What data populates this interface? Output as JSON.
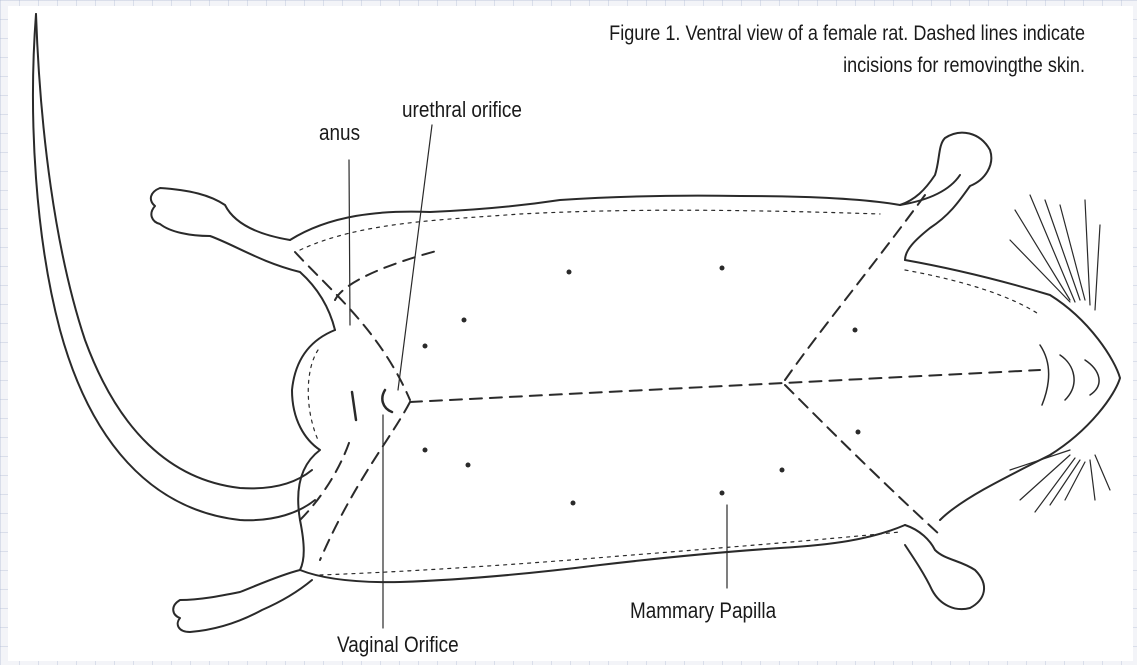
{
  "figure": {
    "caption_line1": "Figure 1. Ventral view of a female rat. Dashed lines indicate",
    "caption_line2": "incisions for removingthe skin."
  },
  "labels": {
    "anus": "anus",
    "urethral_orifice": "urethral orifice",
    "mammary_papilla": "Mammary Papilla",
    "vaginal_orifice": "Vaginal Orifice"
  }
}
